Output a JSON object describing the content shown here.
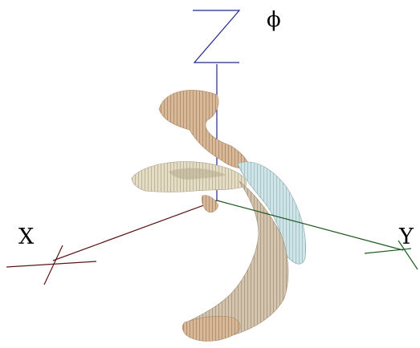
{
  "axes": {
    "x": {
      "label": "X",
      "color": "#5a1414"
    },
    "y": {
      "label": "Y",
      "color": "#1d5a1d"
    },
    "z": {
      "glyph_label": "Z",
      "color": "#1f2a8a"
    },
    "phi": {
      "label": "ϕ"
    }
  },
  "surface": {
    "colors": {
      "tan": "#d8b896",
      "tan_dark": "#8e6e52",
      "cream": "#e4dcc4",
      "cream_dark": "#9c9478",
      "cyan": "#cfe4e6",
      "cyan_dark": "#88a8ac",
      "sand": "#d4c4ae",
      "sand_dark": "#8c7c68"
    }
  }
}
